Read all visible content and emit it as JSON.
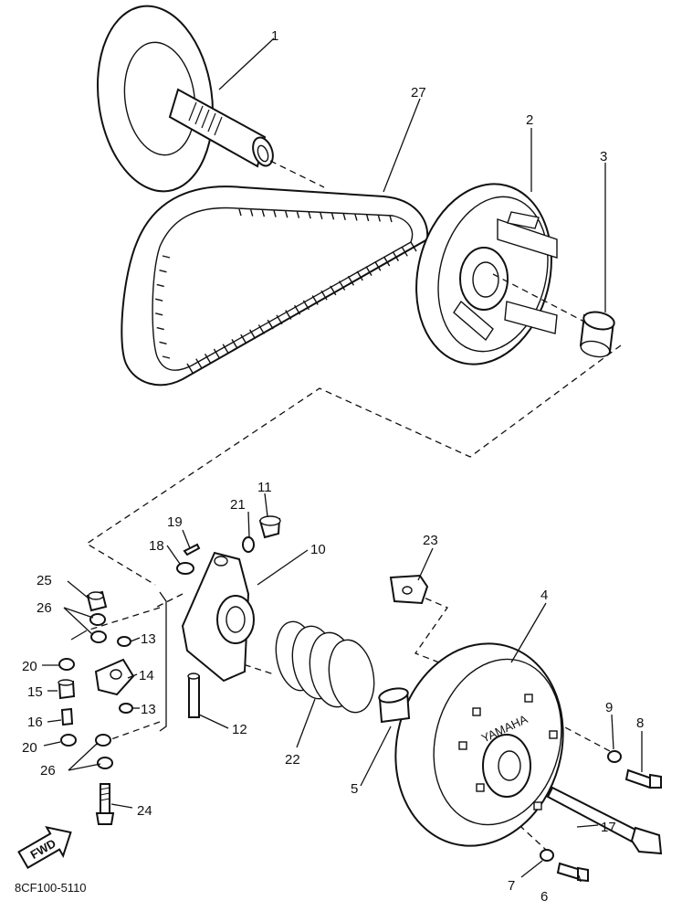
{
  "callouts": {
    "c1": "1",
    "c2": "2",
    "c3": "3",
    "c4": "4",
    "c5": "5",
    "c6": "6",
    "c7": "7",
    "c8": "8",
    "c9": "9",
    "c10": "10",
    "c11": "11",
    "c12": "12",
    "c13a": "13",
    "c13b": "13",
    "c14": "14",
    "c15": "15",
    "c16": "16",
    "c17": "17",
    "c18": "18",
    "c19": "19",
    "c20a": "20",
    "c20b": "20",
    "c21": "21",
    "c22": "22",
    "c23": "23",
    "c24": "24",
    "c25": "25",
    "c26a": "26",
    "c26b": "26",
    "c27": "27"
  },
  "fwd_label": "FWD",
  "diagram_code": "8CF100-5110",
  "logo_text": "YAMAHA"
}
